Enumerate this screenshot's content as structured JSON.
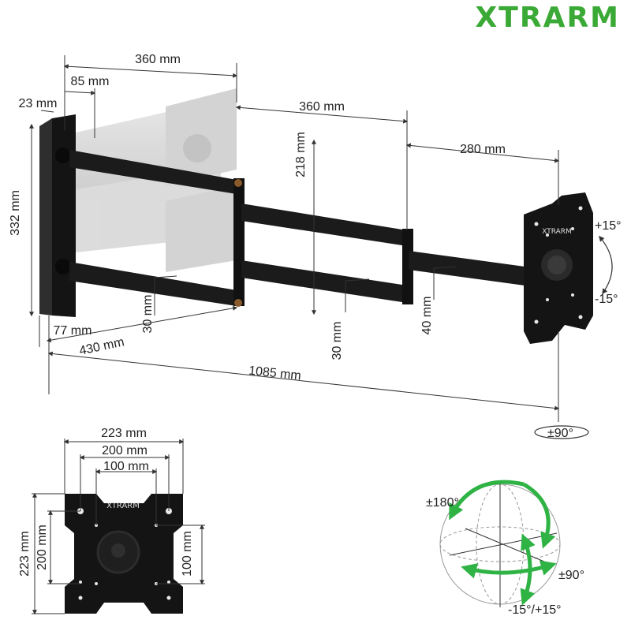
{
  "brand": {
    "name": "XTRARM",
    "color": "#3aa935",
    "plate_logo": "XTRARM"
  },
  "colors": {
    "arm": "#1b1b1b",
    "rotation_arrow": "#2fb344"
  },
  "dimensions": {
    "top_width": "360 mm",
    "wall_depth": "85 mm",
    "plate_thickness": "23 mm",
    "wall_height": "332 mm",
    "second_arm": "360 mm",
    "arm_vertical": "218 mm",
    "third_arm": "280 mm",
    "arm_profile_1": "30 mm",
    "arm_profile_2": "30 mm",
    "arm_profile_3": "40 mm",
    "offset_77": "77 mm",
    "first_arm": "430 mm",
    "total_extension": "1085 mm"
  },
  "tilt": {
    "up": "+15°",
    "down": "-15°"
  },
  "swivel": "±90°",
  "plate": {
    "width_223": "223 mm",
    "width_200": "200 mm",
    "width_100": "100 mm",
    "height_223": "223 mm",
    "height_200": "200 mm",
    "height_100": "100 mm"
  },
  "rotation": {
    "rotate": "±180°",
    "swivel": "±90°",
    "tilt": "-15°/+15°"
  }
}
